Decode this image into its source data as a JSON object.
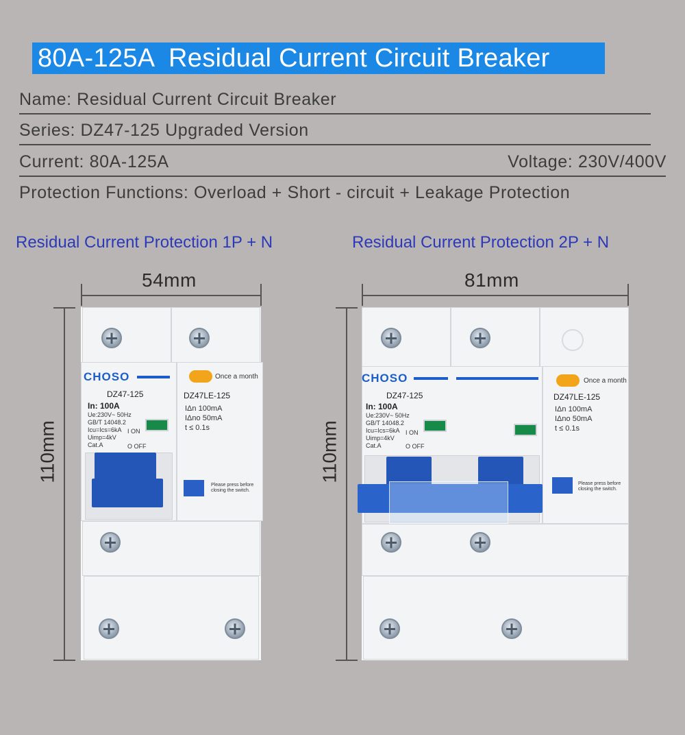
{
  "header": {
    "title": "80A-125A  Residual Current Circuit Breaker"
  },
  "specs": {
    "name": "Name: Residual Current Circuit Breaker",
    "series": "Series: DZ47-125 Upgraded Version",
    "current": "Current: 80A-125A",
    "voltage": "Voltage: 230V/400V",
    "protection": "Protection Functions: Overload + Short - circuit + Leakage Protection"
  },
  "left_product": {
    "title": "Residual Current Protection 1P + N",
    "width": "54mm",
    "height": "110mm",
    "brand": "CHOSO",
    "model": "DZ47-125",
    "rating": "In: 100A",
    "details": [
      "Ue:230V~ 50Hz",
      "GB/T 14048.2",
      "Icu=Ics=6kA",
      "Uimp=4kV",
      "Cat.A"
    ],
    "on": "I ON",
    "off": "O OFF",
    "test_label": "Once a month",
    "rcd_model": "DZ47LE-125",
    "idn": "IΔn   100mA",
    "idno": "IΔno  50mA",
    "time": "t    ≤  0.1s",
    "notice": "Please press before closing the switch."
  },
  "right_product": {
    "title": "Residual Current Protection 2P + N",
    "width": "81mm",
    "height": "110mm",
    "brand": "CHOSO",
    "model": "DZ47-125",
    "rating": "In: 100A",
    "details": [
      "Ue:230V~ 50Hz",
      "GB/T 14048.2",
      "Icu=Ics=6kA",
      "Uimp=4kV",
      "Cat.A"
    ],
    "on": "I ON",
    "off": "O OFF",
    "test_label": "Once a month",
    "rcd_model": "DZ47LE-125",
    "idn": "IΔn   100mA",
    "idno": "IΔno  50mA",
    "time": "t    ≤  0.1s",
    "notice": "Please press before closing the switch."
  }
}
